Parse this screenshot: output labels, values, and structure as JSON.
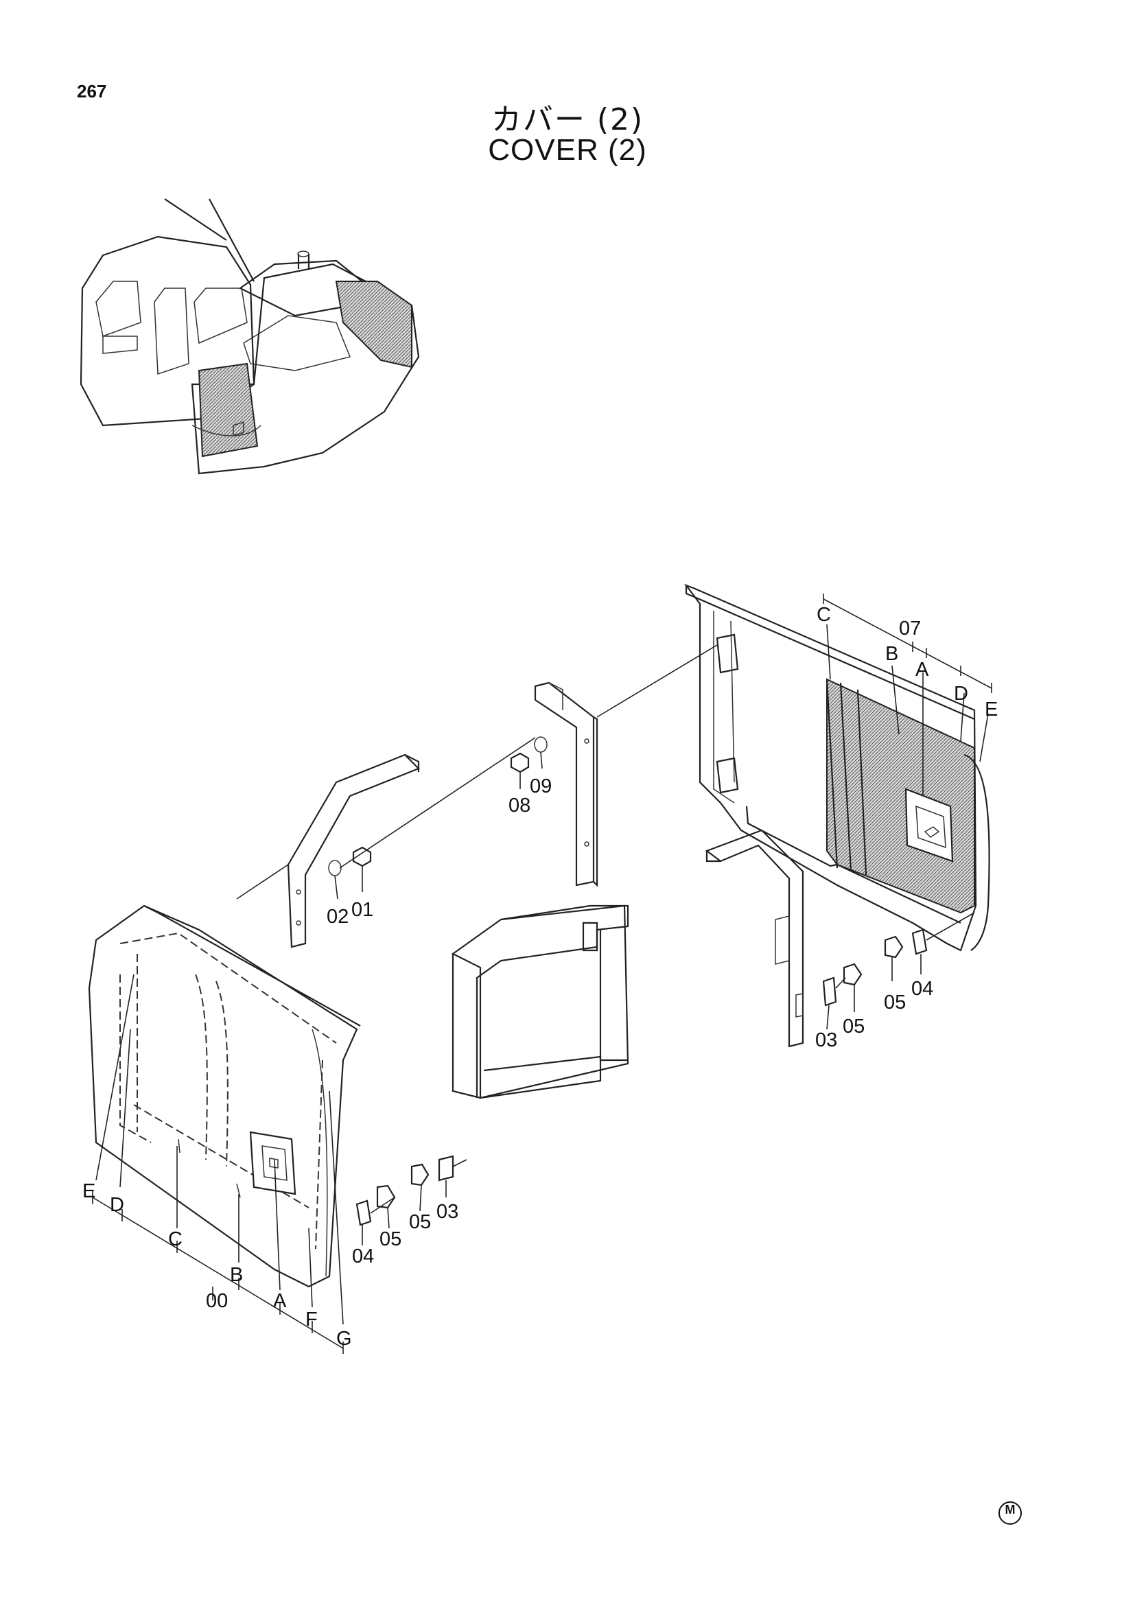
{
  "page_number": "267",
  "title": {
    "japanese": "カバー (2)",
    "english": "COVER (2)"
  },
  "corner_mark": "M",
  "callouts": {
    "assembly_00": "00",
    "assembly_07": "07",
    "part_01": "01",
    "part_02": "02",
    "part_03": "03",
    "part_04": "04",
    "part_05": "05",
    "part_08": "08",
    "part_09": "09",
    "sub_a": "A",
    "sub_b": "B",
    "sub_c": "C",
    "sub_d": "D",
    "sub_e": "E",
    "sub_f": "F",
    "sub_g": "G"
  },
  "icons": {
    "overview": "excavator-overview-icon",
    "left_panel": "left-cover-panel-icon",
    "right_panel": "right-cover-panel-icon",
    "frame": "door-frame-icon"
  }
}
